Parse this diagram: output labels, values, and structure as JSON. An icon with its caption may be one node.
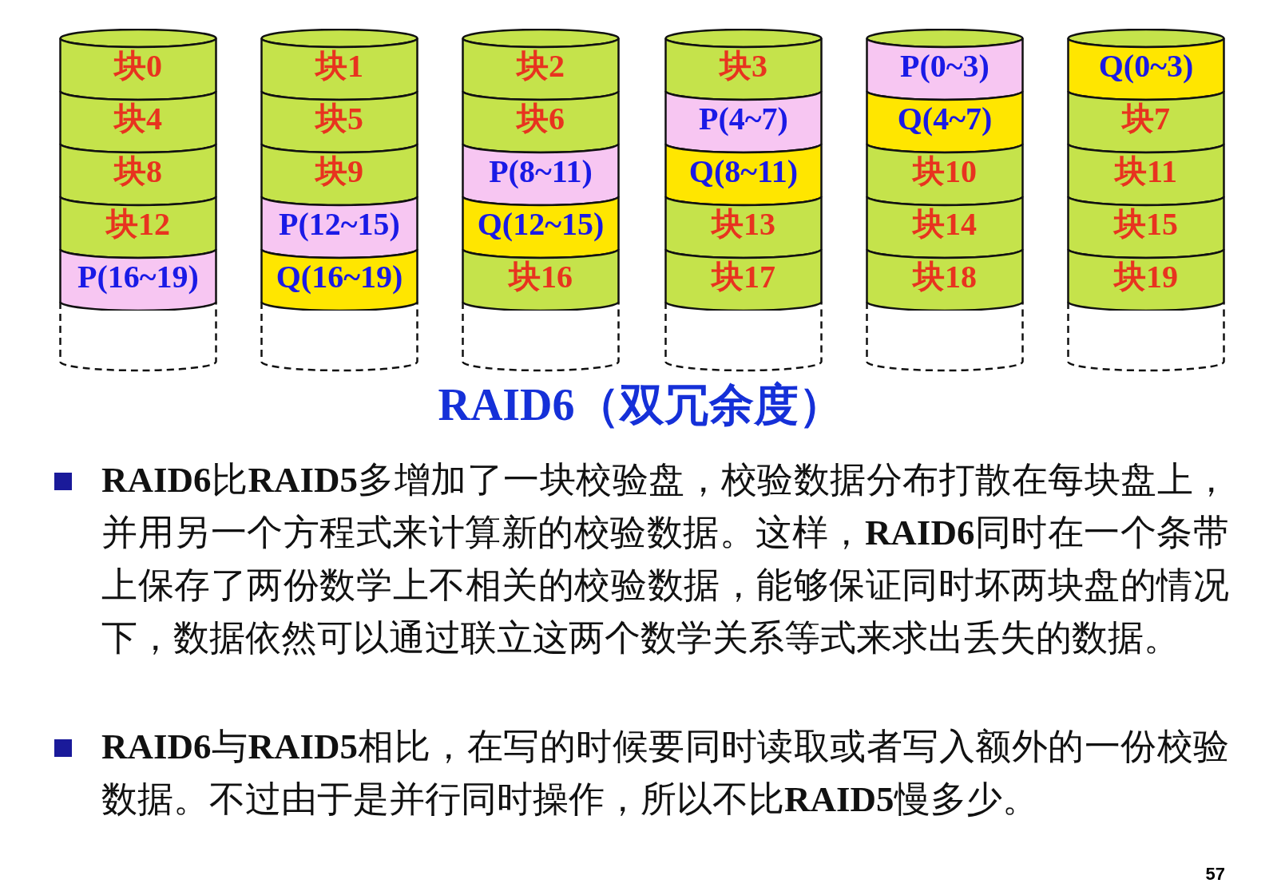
{
  "diagram": {
    "title": "RAID6（双冗余度）",
    "nodes": [
      {
        "text": [],
        "shape": "cylinder"
      },
      {
        "text": [
          "块0"
        ],
        "in": 0
      },
      {
        "text": [
          "块4"
        ],
        "in": 0
      },
      {
        "text": [
          "块8"
        ],
        "in": 0
      },
      {
        "text": [
          "块12"
        ],
        "in": 0
      },
      {
        "text": [
          "P(16~19)"
        ],
        "in": 0
      },
      {
        "text": [],
        "shape": "cylinder"
      },
      {
        "text": [
          "块1"
        ],
        "in": 6
      },
      {
        "text": [
          "块5"
        ],
        "in": 6
      },
      {
        "text": [
          "块9"
        ],
        "in": 6
      },
      {
        "text": [
          "P(12~15)"
        ],
        "in": 6
      },
      {
        "text": [
          "Q(16~19)"
        ],
        "in": 6
      },
      {
        "text": [],
        "shape": "cylinder"
      },
      {
        "text": [
          "块2"
        ],
        "in": 12
      },
      {
        "text": [
          "块6"
        ],
        "in": 12
      },
      {
        "text": [
          "P(8~11)"
        ],
        "in": 12
      },
      {
        "text": [
          "Q(12~15)"
        ],
        "in": 12
      },
      {
        "text": [
          "块16"
        ],
        "in": 12
      },
      {
        "text": [],
        "shape": "cylinder"
      },
      {
        "text": [
          "块3"
        ],
        "in": 18
      },
      {
        "text": [
          "P(4~7)"
        ],
        "in": 18
      },
      {
        "text": [
          "Q(8~11)"
        ],
        "in": 18
      },
      {
        "text": [
          "块13"
        ],
        "in": 18
      },
      {
        "text": [
          "块17"
        ],
        "in": 18
      },
      {
        "text": [],
        "shape": "cylinder"
      },
      {
        "text": [
          "P(0~3)"
        ],
        "in": 24
      },
      {
        "text": [
          "Q(4~7)"
        ],
        "in": 24
      },
      {
        "text": [
          "块10"
        ],
        "in": 24
      },
      {
        "text": [
          "块14"
        ],
        "in": 24
      },
      {
        "text": [
          "块18"
        ],
        "in": 24
      },
      {
        "text": [],
        "shape": "cylinder"
      },
      {
        "text": [
          "Q(0~3)"
        ],
        "in": 30
      },
      {
        "text": [
          "块7"
        ],
        "in": 30
      },
      {
        "text": [
          "块11"
        ],
        "in": 30
      },
      {
        "text": [
          "块15"
        ],
        "in": 30
      },
      {
        "text": [
          "块19"
        ],
        "in": 30
      }
    ],
    "edges": [],
    "labels": [
      "**RAID6**比**RAID5**多增加了一块校验盘，校验数据分布打散在每块盘上，并用另一个方程式来计算新的校验数据。这样，**RAID6**同时在一个条带上保存了两份数学上不相关的校验数据，能够保证同时坏两块盘的情况下，数据依然可以通过联立这两个数学关系等式来求出丢失的数据。",
      "**RAID6**与**RAID5**相比，在写的时候要同时读取或者写入额外的一份校验数据。不过由于是并行同时操作，所以不比**RAID5**慢多少。",
      "57"
    ]
  }
}
